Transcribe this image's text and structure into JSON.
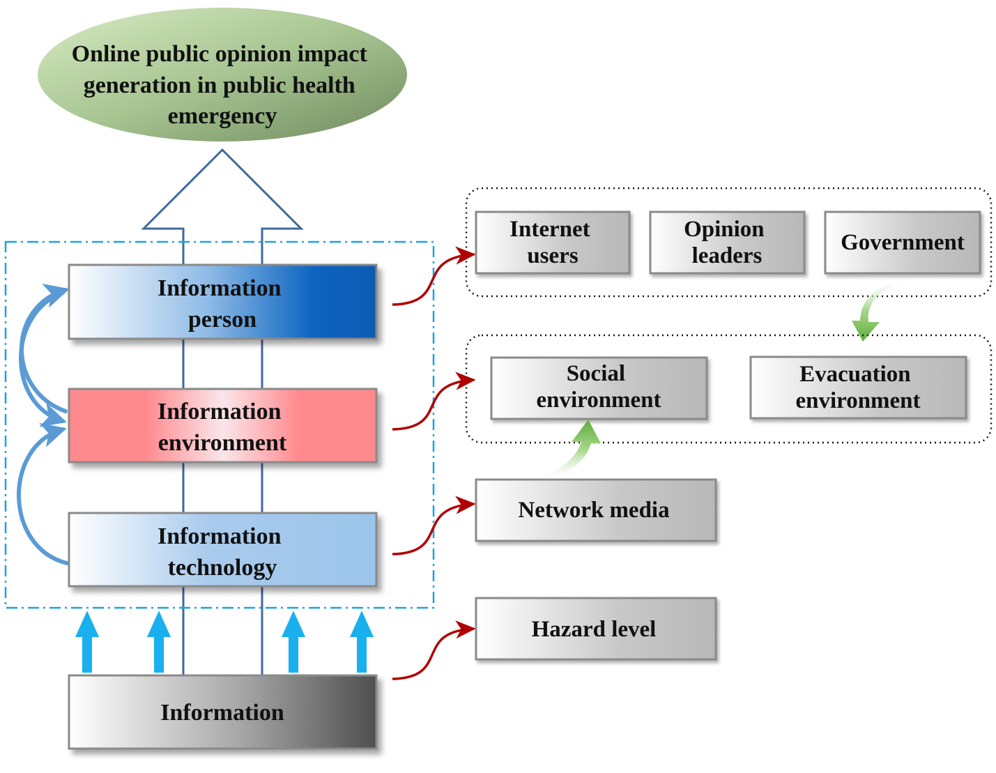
{
  "title": {
    "lines": [
      "Online public opinion impact",
      "generation in public health",
      "emergency"
    ]
  },
  "layers": {
    "person": {
      "lines": [
        "Information",
        "person"
      ]
    },
    "environment": {
      "lines": [
        "Information",
        "environment"
      ]
    },
    "technology": {
      "lines": [
        "Information",
        "technology"
      ]
    },
    "information": {
      "lines": [
        "Information"
      ]
    }
  },
  "subjects": {
    "internet_users": {
      "lines": [
        "Internet",
        "users"
      ]
    },
    "opinion_leaders": {
      "lines": [
        "Opinion",
        "leaders"
      ]
    },
    "government": {
      "lines": [
        "Government"
      ]
    }
  },
  "environments": {
    "social": {
      "lines": [
        "Social",
        "environment"
      ]
    },
    "evacuation": {
      "lines": [
        "Evacuation",
        "environment"
      ]
    }
  },
  "network_media": {
    "lines": [
      "Network media"
    ]
  },
  "hazard_level": {
    "lines": [
      "Hazard level"
    ]
  },
  "colors": {
    "person_box": "#0a63bf",
    "environment_box": "#ff8a8e",
    "technology_box": "#9cc4ea",
    "information_box": "#555555",
    "gray_box": "#bdbdbd",
    "title_ellipse": "#7d9a6a",
    "link_arrow": "#b00000",
    "cycle_arrow": "#5b9bd5",
    "input_arrow": "#1ab0ee",
    "group_outline": "#1aa3e0",
    "flow_arrow": "#5fae3e"
  }
}
